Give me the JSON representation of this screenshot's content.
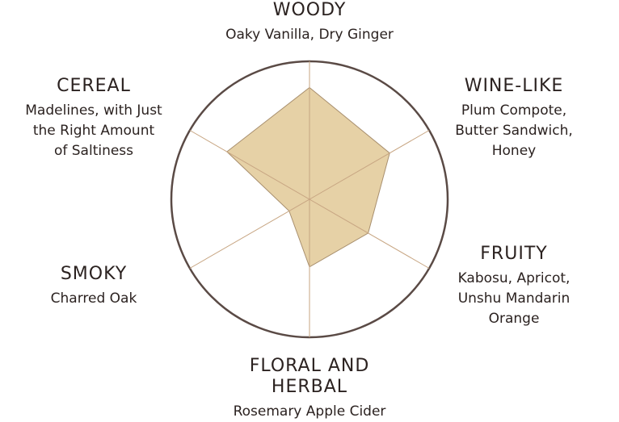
{
  "chart_data": {
    "type": "radar",
    "axes": [
      {
        "name": "WOODY",
        "description": "Oaky Vanilla, Dry Ginger",
        "value": 0.81
      },
      {
        "name": "WINE-LIKE",
        "description": "Plum Compote,\nButter Sandwich,\nHoney",
        "value": 0.67
      },
      {
        "name": "FRUITY",
        "description": "Kabosu, Apricot,\nUnshu Mandarin\nOrange",
        "value": 0.49
      },
      {
        "name": "FLORAL AND HERBAL",
        "description": "Rosemary Apple Cider",
        "value": 0.49
      },
      {
        "name": "SMOKY",
        "description": "Charred Oak",
        "value": 0.17
      },
      {
        "name": "CEREAL",
        "description": "Madelines, with Just\nthe Right Amount\nof Saltiness",
        "value": 0.69
      }
    ],
    "range": [
      0,
      1
    ],
    "colors": {
      "fill": "#e3cc9c",
      "stroke": "#a88f6e",
      "spoke": "#c7a582",
      "circle": "#5a4a45"
    }
  }
}
